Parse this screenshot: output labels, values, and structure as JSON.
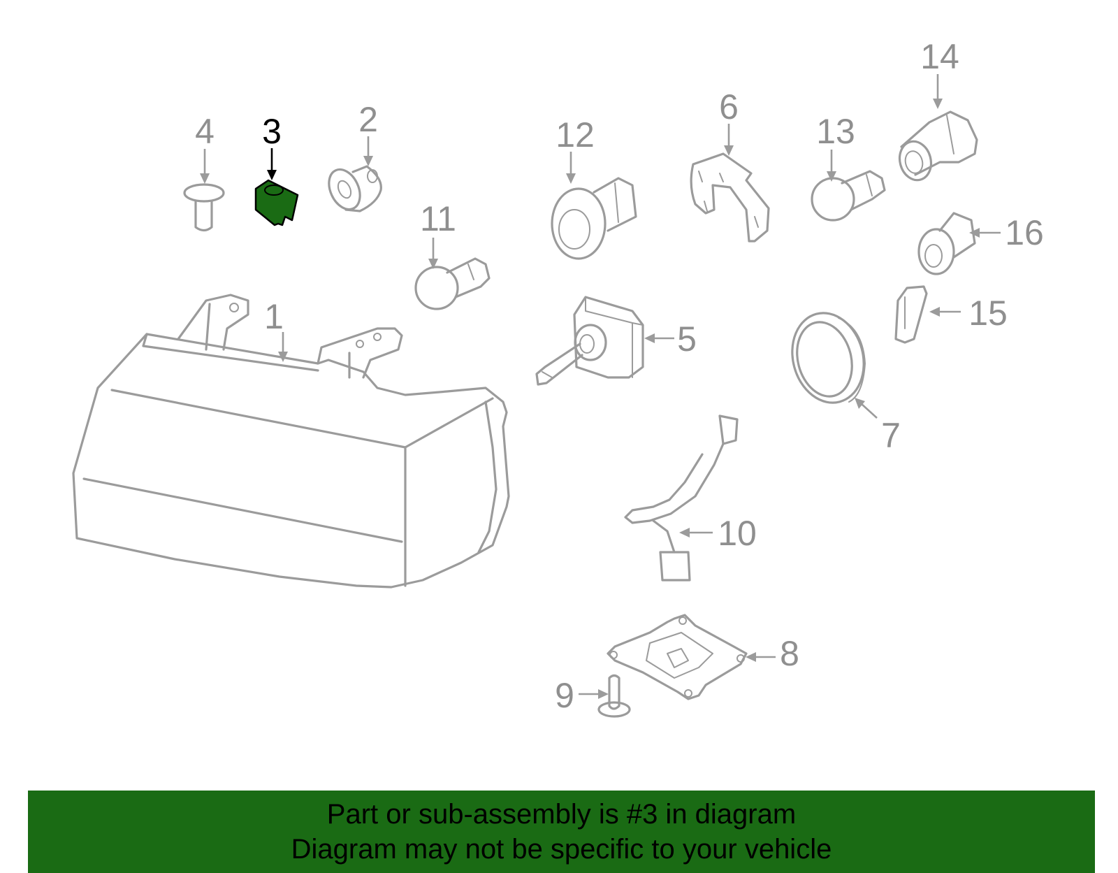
{
  "diagram": {
    "highlight_color": "#1a6b14",
    "callouts": {
      "c1": "1",
      "c2": "2",
      "c3": "3",
      "c4": "4",
      "c5": "5",
      "c6": "6",
      "c7": "7",
      "c8": "8",
      "c9": "9",
      "c10": "10",
      "c11": "11",
      "c12": "12",
      "c13": "13",
      "c14": "14",
      "c15": "15",
      "c16": "16"
    }
  },
  "banner": {
    "line1": "Part or sub-assembly is #3 in diagram",
    "line2": "Diagram may not be specific to your vehicle",
    "background": "#1a6b14"
  }
}
